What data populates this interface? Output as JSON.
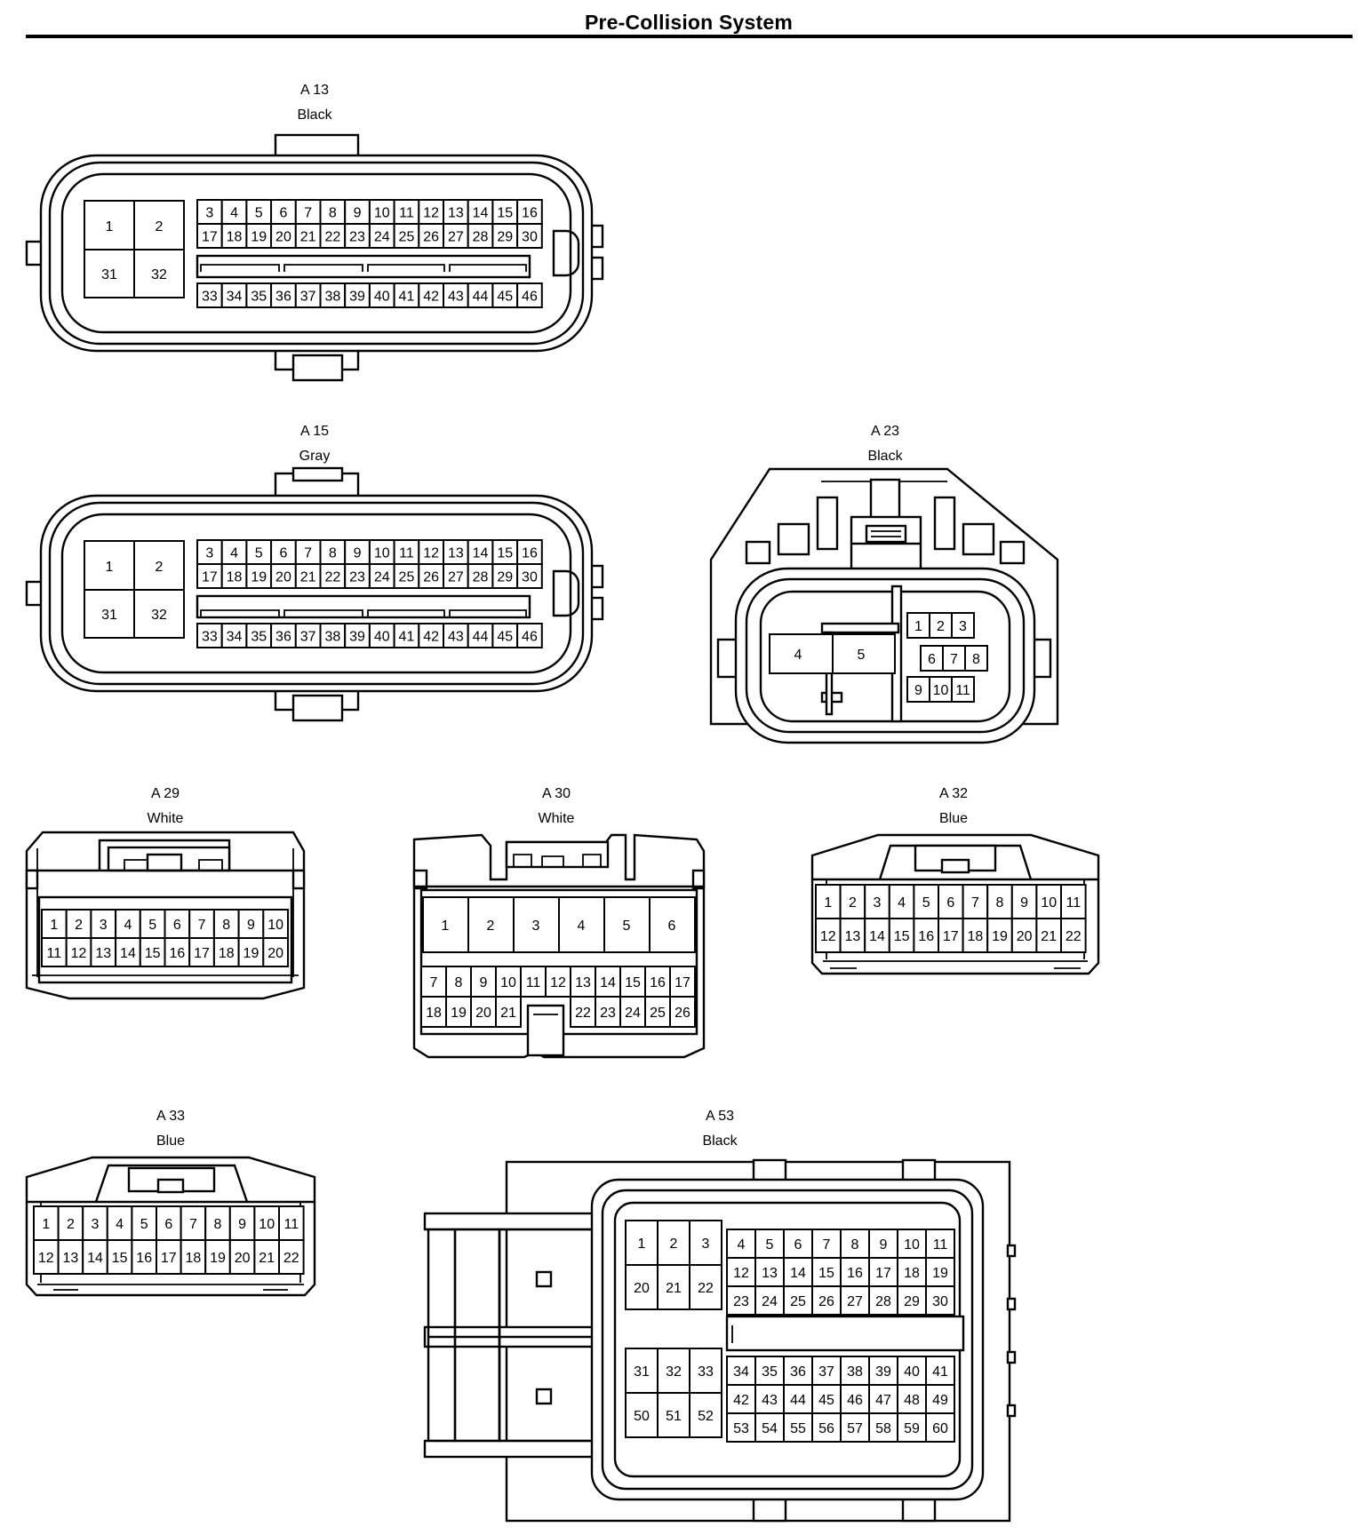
{
  "page_title": "Pre-Collision System",
  "connectors": [
    {
      "id": "A 13",
      "color": "Black"
    },
    {
      "id": "A 15",
      "color": "Gray"
    },
    {
      "id": "A 23",
      "color": "Black"
    },
    {
      "id": "A 29",
      "color": "White"
    },
    {
      "id": "A 30",
      "color": "White"
    },
    {
      "id": "A 32",
      "color": "Blue"
    },
    {
      "id": "A 33",
      "color": "Blue"
    },
    {
      "id": "A 53",
      "color": "Black"
    }
  ]
}
